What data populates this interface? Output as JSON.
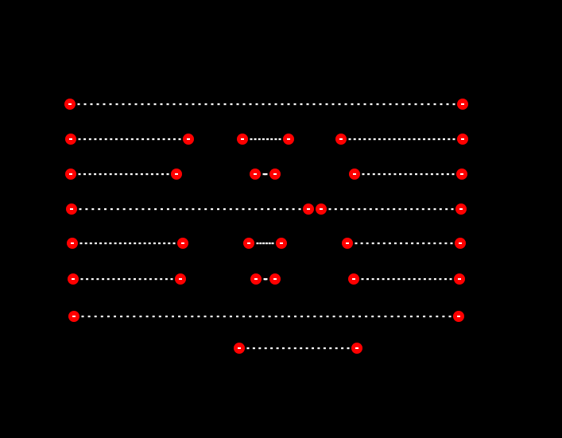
{
  "colors": {
    "background": "#000000",
    "dot": "#ffffff",
    "endpoint": "#ff0000"
  },
  "rows": [
    {
      "segments": [
        {
          "dots": 60
        }
      ]
    },
    {
      "segments": [
        {
          "dots": 20
        },
        {
          "dots": 8
        },
        {
          "dots": 22
        }
      ]
    },
    {
      "segments": [
        {
          "dots": 18
        },
        {
          "dots": 3
        },
        {
          "dots": 18
        }
      ]
    },
    {
      "segments": [
        {
          "dots": 36
        },
        {
          "dots": 22
        }
      ]
    },
    {
      "segments": [
        {
          "dots": 20
        },
        {
          "dots": 6
        },
        {
          "dots": 18
        }
      ]
    },
    {
      "segments": [
        {
          "dots": 18
        },
        {
          "dots": 4
        },
        {
          "dots": 18
        }
      ]
    },
    {
      "segments": [
        {
          "dots": 58
        }
      ]
    },
    {
      "segments": [
        {
          "dots": 18
        }
      ]
    }
  ]
}
